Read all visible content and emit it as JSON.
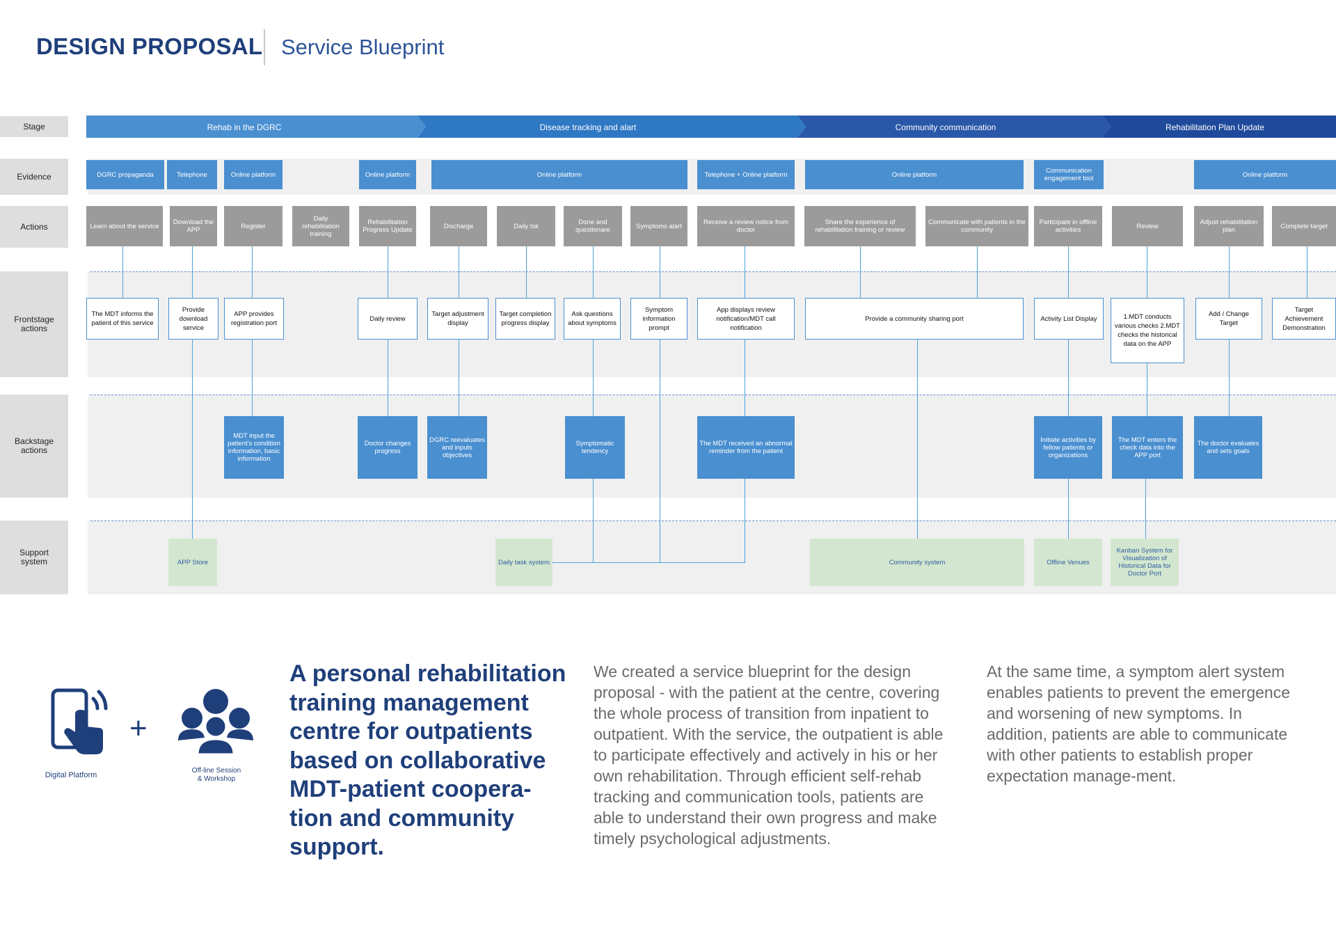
{
  "header": {
    "title": "DESIGN PROPOSAL",
    "subtitle": "Service Blueprint"
  },
  "row_labels": {
    "stage": "Stage",
    "evidence": "Evidence",
    "actions": "Actions",
    "frontstage": "Frontstage actions",
    "backstage": "Backstage actions",
    "support": "Support system"
  },
  "stages": [
    "Rehab in the DGRC",
    "Disease tracking and alart",
    "Community communication",
    "Rehabilitation Plan Update"
  ],
  "evidence": [
    "DGRC propaganda",
    "Telephone",
    "Online platform",
    "Online platform",
    "Online platform",
    "Telephone + Online platform",
    "Online platform",
    "Communication engagement tool",
    "Online platform"
  ],
  "actions": [
    "Learn about the service",
    "Download the APP",
    "Register",
    "Daily rehabilitation training",
    "Rehabilitation Progress Update",
    "Discharge",
    "Daily tsk",
    "Done and questionare",
    "Symptoms alart",
    "Receive a review notice from doctor",
    "Share the experience of rehabilitation training or review",
    "Communicate with patients in the community",
    "Participate in offline activities",
    "Review",
    "Adjust rehabilitation plan",
    "Complete target"
  ],
  "frontstage": [
    "The MDT informs the patient of this service",
    "Provide download service",
    "APP provides registration port",
    "Daily review",
    "Target adjustment display",
    "Target completion progress display",
    "Ask questions about symptoms",
    "Symptom information prompt",
    "App displays review notification/MDT call notification",
    "Provide a community sharing port",
    "Activity List Display",
    "1.MDT conducts various checks 2.MDT checks the historical data on the APP",
    "Add / Change Target",
    "Target Achievement Demonstration"
  ],
  "backstage": [
    "MDT input the patient's condition information, basic information",
    "Doctor changes progress",
    "DGRC reevaluates and inputs objectives",
    "Symptomatic tendency",
    "The MDT received an abnormal reminder from the patient",
    "Initiate activities by fellow patients or organizations",
    "The MDT enters the check data into the APP port",
    "The doctor evaluates and sets goals"
  ],
  "support": [
    "APP Store",
    "Daily task system",
    "Community system",
    "Offline Venues",
    "Kanban System for Visualization of Historical Data for Doctor Port"
  ],
  "icons": {
    "digital": "Digital Platform",
    "offline": "Off-line Session & Workshop",
    "digital_icon": "phone-tap-icon",
    "offline_icon": "group-people-icon",
    "plus": "+"
  },
  "lede": "A personal rehabilitation training management centre for outpatients based on collaborative MDT-patient coopera-tion and community support.",
  "para1": "We created a service blueprint for the design proposal - with the patient at the centre, covering the whole process of transition from inpatient to outpatient. With the service, the outpatient is able to participate effectively and actively in his or her own rehabilitation. Through efficient self-rehab tracking and communication tools, patients are able to understand their own progress and make timely psychological adjustments.",
  "para2": "At the same time, a symptom alert system enables patients to prevent the emergence and worsening of new symptoms. In addition, patients are able to communicate with other patients to establish proper expectation manage-ment.",
  "colors": {
    "navy": "#1f3f7a",
    "blue": "#4a8fd0",
    "grey": "#9b9b9b",
    "green": "#d3e6cf",
    "stage1": "#4a8fd0",
    "stage2": "#2f78c4",
    "stage3": "#2a58a8",
    "stage4": "#1f4a9c"
  }
}
